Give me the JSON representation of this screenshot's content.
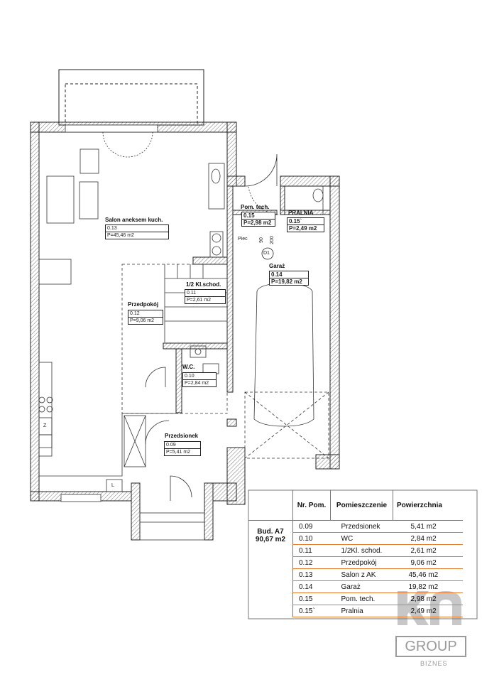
{
  "rooms": {
    "salon": {
      "name": "Salon aneksem kuch.",
      "number": "0.13",
      "area": "P=45,46 m2"
    },
    "pom_tech": {
      "name": "Pom. tech.",
      "number": "0.15",
      "area": "P=2,98 m2"
    },
    "pralnia": {
      "name": "PRALNIA",
      "number": "0.15`",
      "area": "P=2,49 m2"
    },
    "garaz": {
      "name": "Garaż",
      "number": "0.14",
      "area": "P=19,82 m2"
    },
    "schody": {
      "name": "1/2 Kl.schod.",
      "number": "0.11",
      "area": "P=2,61 m2"
    },
    "przedpokoj": {
      "name": "Przedpokój",
      "number": "0.12",
      "area": "P=9,06 m2"
    },
    "wc": {
      "name": "W.C.",
      "number": "0.10",
      "area": "P=2,84 m2"
    },
    "przedsionek": {
      "name": "Przedsionek",
      "number": "0.09",
      "area": "P=5,41 m2"
    }
  },
  "annotations": {
    "piec": "Piec",
    "dim_90": "90",
    "dim_200": "200",
    "door": "D1",
    "fridge": "Z",
    "l": "L"
  },
  "table": {
    "headers": [
      "",
      "Nr. Pom.",
      "Pomieszczenie",
      "Powierzchnia"
    ],
    "building": "Bud. A7",
    "total": "90,67 m2",
    "rows": [
      {
        "nr": "0.09",
        "name": "Przedsionek",
        "area": "5,41 m2"
      },
      {
        "nr": "0.10",
        "name": "WC",
        "area": "2,84 m2"
      },
      {
        "nr": "0.11",
        "name": "1/2Kl. schod.",
        "area": "2,61 m2"
      },
      {
        "nr": "0.12",
        "name": "Przedpokój",
        "area": "9,06 m2"
      },
      {
        "nr": "0.13",
        "name": "Salon z AK",
        "area": "45,46 m2"
      },
      {
        "nr": "0.14",
        "name": "Garaż",
        "area": "19,82 m2"
      },
      {
        "nr": "0.15",
        "name": "Pom. tech.",
        "area": "2,98 m2"
      },
      {
        "nr": "0.15`",
        "name": "Pralnia",
        "area": "2,49 m2"
      }
    ]
  },
  "logo": {
    "mark": "KN",
    "group": "GROUP",
    "sub": "BIZNES"
  },
  "colors": {
    "row_line": "#e07a2a",
    "wall": "#222222",
    "logo": "#9a9a9a"
  }
}
